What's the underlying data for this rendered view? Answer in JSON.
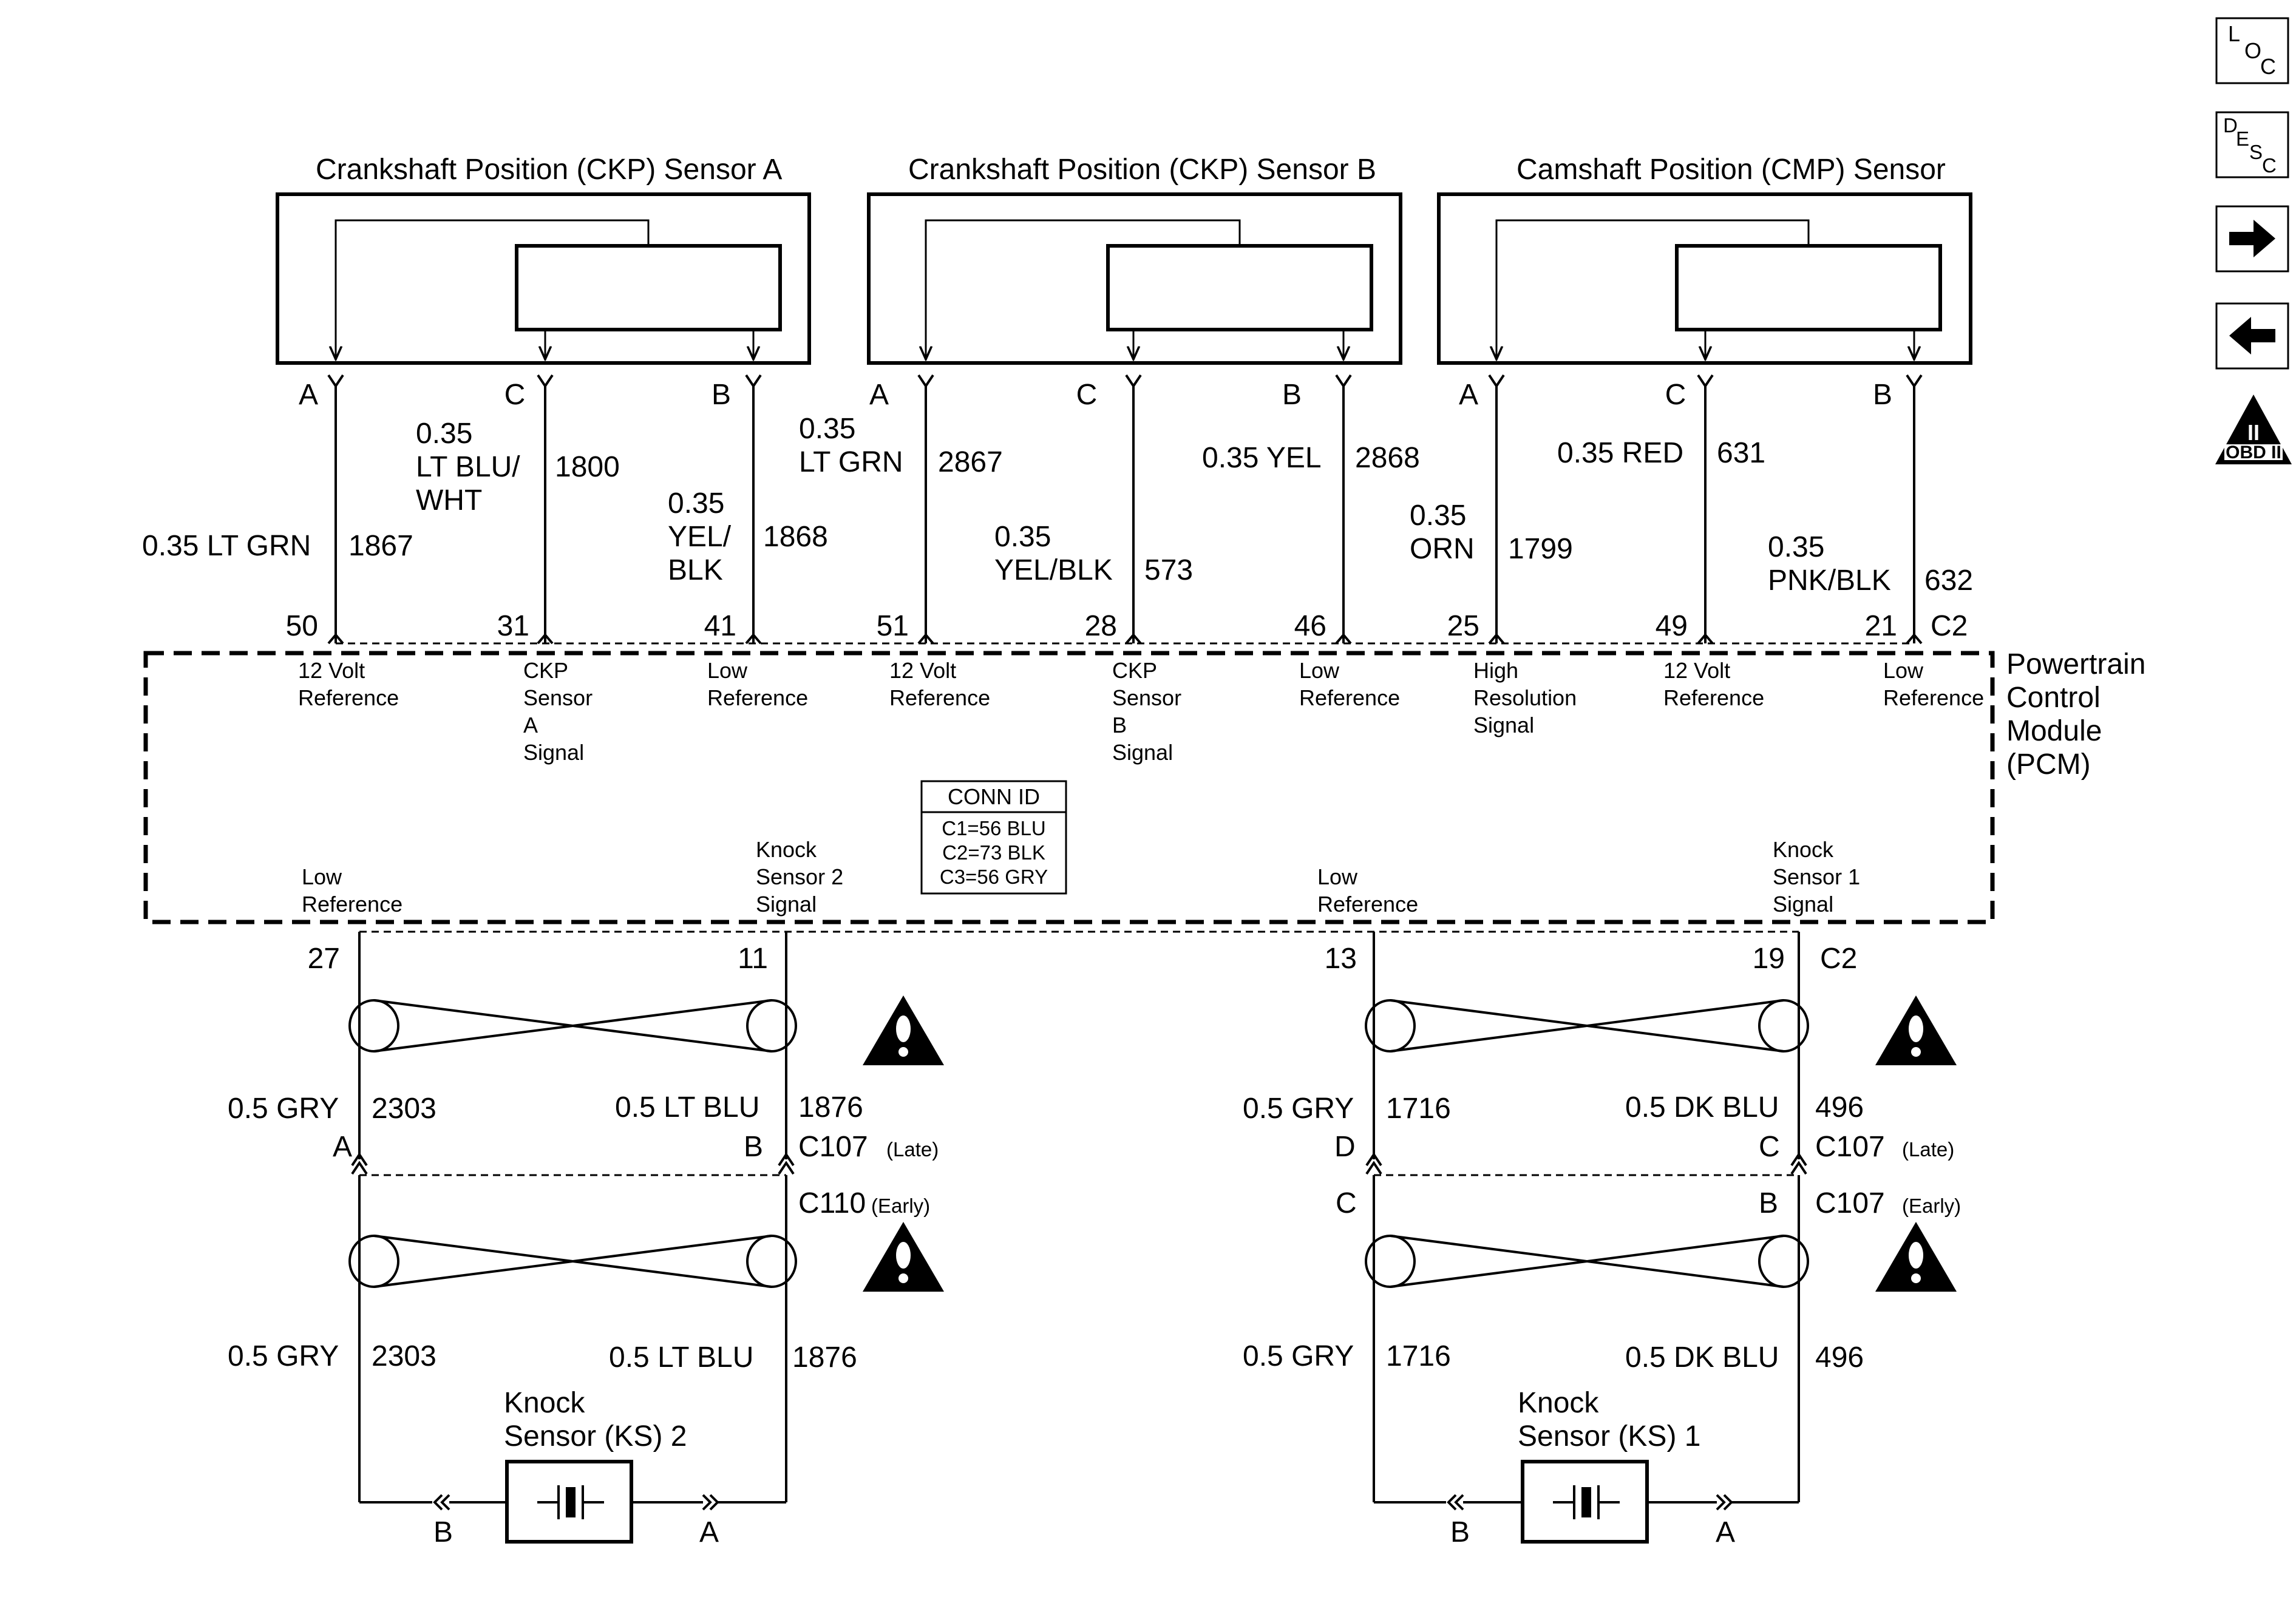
{
  "nav": {
    "loc": [
      "L",
      "O",
      "C"
    ],
    "desc": [
      "D",
      "E",
      "S",
      "C"
    ],
    "obd": {
      "numeral": "II",
      "label": "OBD II"
    }
  },
  "sensors": {
    "ckp_a": {
      "title": "Crankshaft Position (CKP) Sensor A"
    },
    "ckp_b": {
      "title": "Crankshaft Position (CKP) Sensor B"
    },
    "cmp": {
      "title": "Camshaft Position (CMP) Sensor"
    }
  },
  "pins": {
    "ckp_a": [
      "A",
      "C",
      "B"
    ],
    "ckp_b": [
      "A",
      "C",
      "B"
    ],
    "cmp": [
      "A",
      "C",
      "B"
    ]
  },
  "upper_wires": {
    "w1": {
      "l1": "0.35 LT GRN",
      "circuit": "1867",
      "pcm_pin": "50"
    },
    "w2": {
      "l1": "0.35",
      "l2": "LT BLU/",
      "l3": "WHT",
      "circuit": "1800",
      "pcm_pin": "31"
    },
    "w3": {
      "l1": "0.35",
      "l2": "YEL/",
      "l3": "BLK",
      "circuit": "1868",
      "pcm_pin": "41"
    },
    "w4": {
      "l1": "0.35",
      "l2": "LT GRN",
      "circuit": "2867",
      "pcm_pin": "51"
    },
    "w5": {
      "l1": "0.35",
      "l2": "YEL/BLK",
      "circuit": "573",
      "pcm_pin": "28"
    },
    "w6": {
      "l1": "0.35 YEL",
      "circuit": "2868",
      "pcm_pin": "46"
    },
    "w7": {
      "l1": "0.35",
      "l2": "ORN",
      "circuit": "1799",
      "pcm_pin": "25"
    },
    "w8": {
      "l1": "0.35 RED",
      "circuit": "631",
      "pcm_pin": "49"
    },
    "w9": {
      "l1": "0.35",
      "l2": "PNK/BLK",
      "circuit": "632",
      "pcm_pin": "21"
    },
    "connector": "C2"
  },
  "pcm": {
    "title": [
      "Powertrain",
      "Control",
      "Module",
      "(PCM)"
    ],
    "top_pins": {
      "p50": [
        "12 Volt",
        "Reference"
      ],
      "p31": [
        "CKP",
        "Sensor",
        "A",
        "Signal"
      ],
      "p41": [
        "Low",
        "Reference"
      ],
      "p51": [
        "12 Volt",
        "Reference"
      ],
      "p28": [
        "CKP",
        "Sensor",
        "B",
        "Signal"
      ],
      "p46": [
        "Low",
        "Reference"
      ],
      "p25": [
        "High",
        "Resolution",
        "Signal"
      ],
      "p49": [
        "12 Volt",
        "Reference"
      ],
      "p21": [
        "Low",
        "Reference"
      ]
    },
    "bottom_pins": {
      "p27": [
        "Low",
        "Reference"
      ],
      "p11": [
        "Knock",
        "Sensor 2",
        "Signal"
      ],
      "p13": [
        "Low",
        "Reference"
      ],
      "p19": [
        "Knock",
        "Sensor 1",
        "Signal"
      ]
    },
    "conn_id": {
      "title": "CONN ID",
      "rows": [
        "C1=56 BLU",
        "C2=73 BLK",
        "C3=56 GRY"
      ]
    }
  },
  "lower": {
    "pin27": "27",
    "pin11": "11",
    "pin13": "13",
    "pin19": "19",
    "connector": "C2",
    "ks2": {
      "gry": "0.5 GRY",
      "gry_circuit": "2303",
      "blu": "0.5 LT BLU",
      "blu_circuit": "1876",
      "late_pins": [
        "A",
        "B"
      ],
      "late_conn": "C107",
      "late_tag": "(Late)",
      "early_conn": "C110",
      "early_tag": "(Early)",
      "gry2": "0.5 GRY",
      "gry2_circuit": "2303",
      "blu2": "0.5 LT BLU",
      "blu2_circuit": "1876",
      "name": [
        "Knock",
        "Sensor (KS) 2"
      ],
      "pins": [
        "B",
        "A"
      ]
    },
    "ks1": {
      "gry": "0.5 GRY",
      "gry_circuit": "1716",
      "blu": "0.5 DK BLU",
      "blu_circuit": "496",
      "late_pins": [
        "D",
        "C"
      ],
      "late_conn": "C107",
      "late_tag": "(Late)",
      "early_pins": [
        "C",
        "B"
      ],
      "early_conn": "C107",
      "early_tag": "(Early)",
      "gry2": "0.5 GRY",
      "gry2_circuit": "1716",
      "blu2": "0.5 DK BLU",
      "blu2_circuit": "496",
      "name": [
        "Knock",
        "Sensor (KS) 1"
      ],
      "pins": [
        "B",
        "A"
      ]
    }
  }
}
